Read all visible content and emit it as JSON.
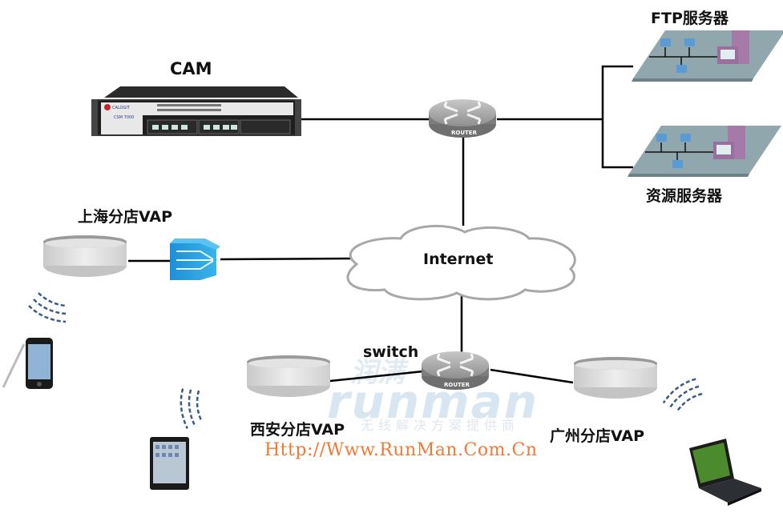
{
  "diagram": {
    "title": "CAM network topology",
    "nodes": {
      "cam": {
        "label": "CAM",
        "model_text": "CSM 7000",
        "brand_text": "CALOGIT"
      },
      "core_router": {
        "badge": "ROUTER"
      },
      "internet": {
        "label": "Internet"
      },
      "ftp_server": {
        "label": "FTP服务器"
      },
      "resource_server": {
        "label": "资源服务器"
      },
      "shanghai_vap": {
        "label": "上海分店VAP"
      },
      "branch_switch": {
        "label": "switch",
        "badge": "ROUTER"
      },
      "xian_vap": {
        "label": "西安分店VAP"
      },
      "guangzhou_vap": {
        "label": "广州分店VAP"
      }
    },
    "clients": [
      "smartphone",
      "tablet",
      "laptop"
    ],
    "links": [
      [
        "cam",
        "core_router"
      ],
      [
        "core_router",
        "ftp_server"
      ],
      [
        "core_router",
        "resource_server"
      ],
      [
        "core_router",
        "internet"
      ],
      [
        "shanghai_vap",
        "vpn_gateway"
      ],
      [
        "vpn_gateway",
        "internet"
      ],
      [
        "internet",
        "branch_switch"
      ],
      [
        "xian_vap",
        "branch_switch"
      ],
      [
        "branch_switch",
        "guangzhou_vap"
      ]
    ]
  },
  "watermark": {
    "brand_cn": "润满",
    "brand_en": "runman",
    "tagline": "无线解决方案提供商",
    "url": "Http://Www.RunMan.Com.Cn"
  },
  "colors": {
    "line": "#000000",
    "router_body": "#9a9a9a",
    "ap_body": "#d9d9d9",
    "vpn_blue": "#2aa3e0",
    "server_purple": "#a67aa8",
    "platform_gray": "#8fa7ad",
    "wifi_waves": "#3a5a86",
    "url_orange": "#f07a35"
  }
}
